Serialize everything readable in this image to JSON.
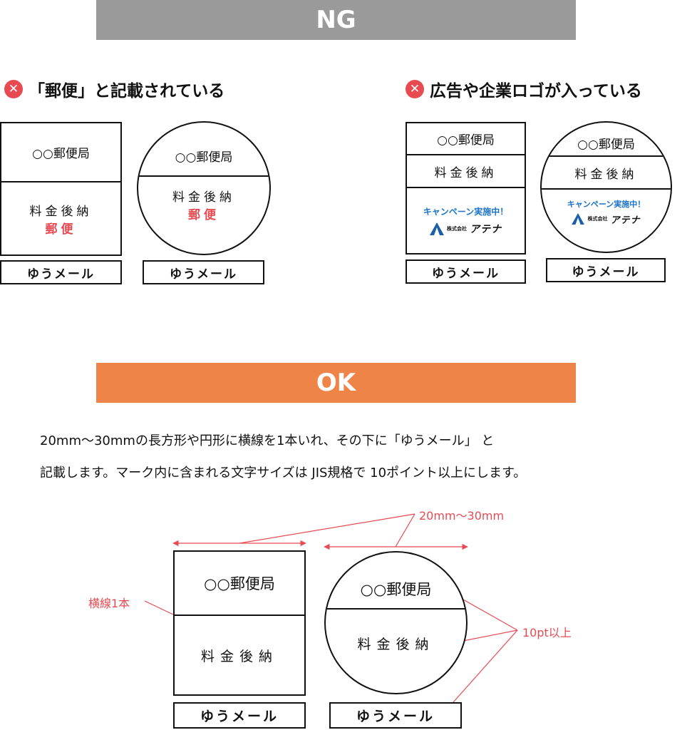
{
  "ng_section": {
    "banner": "NG",
    "left": {
      "heading": "「郵便」と記載されている",
      "office": "○○郵便局",
      "fee": "料金後納",
      "bad_text": "郵便",
      "label": "ゆうメール"
    },
    "right": {
      "heading": "広告や企業ロゴが入っている",
      "office": "○○郵便局",
      "fee": "料金後納",
      "campaign": "キャンペーン実施中！",
      "company_small": "株式会社",
      "company_big": "アテナ",
      "label": "ゆうメール"
    }
  },
  "ok_section": {
    "banner": "OK",
    "line1": "20mm〜30mmの長方形や円形に横線を1本いれ、その下に「ゆうメール」 と",
    "line2": "記載します。マーク内に含まれる文字サイズは JIS規格で 10ポイント以上にします。",
    "size_note": "20mm〜30mm",
    "hline_note": "横線1本",
    "font_note": "10pt以上",
    "office": "○○郵便局",
    "fee": "料金後納",
    "label": "ゆうメール"
  },
  "colors": {
    "ng_banner": "#9a9a9a",
    "ok_banner": "#ee8447",
    "error_red": "#e84a52",
    "campaign_blue": "#1a73c8"
  },
  "icons": [
    "close-circle-icon",
    "company-logo-icon"
  ]
}
